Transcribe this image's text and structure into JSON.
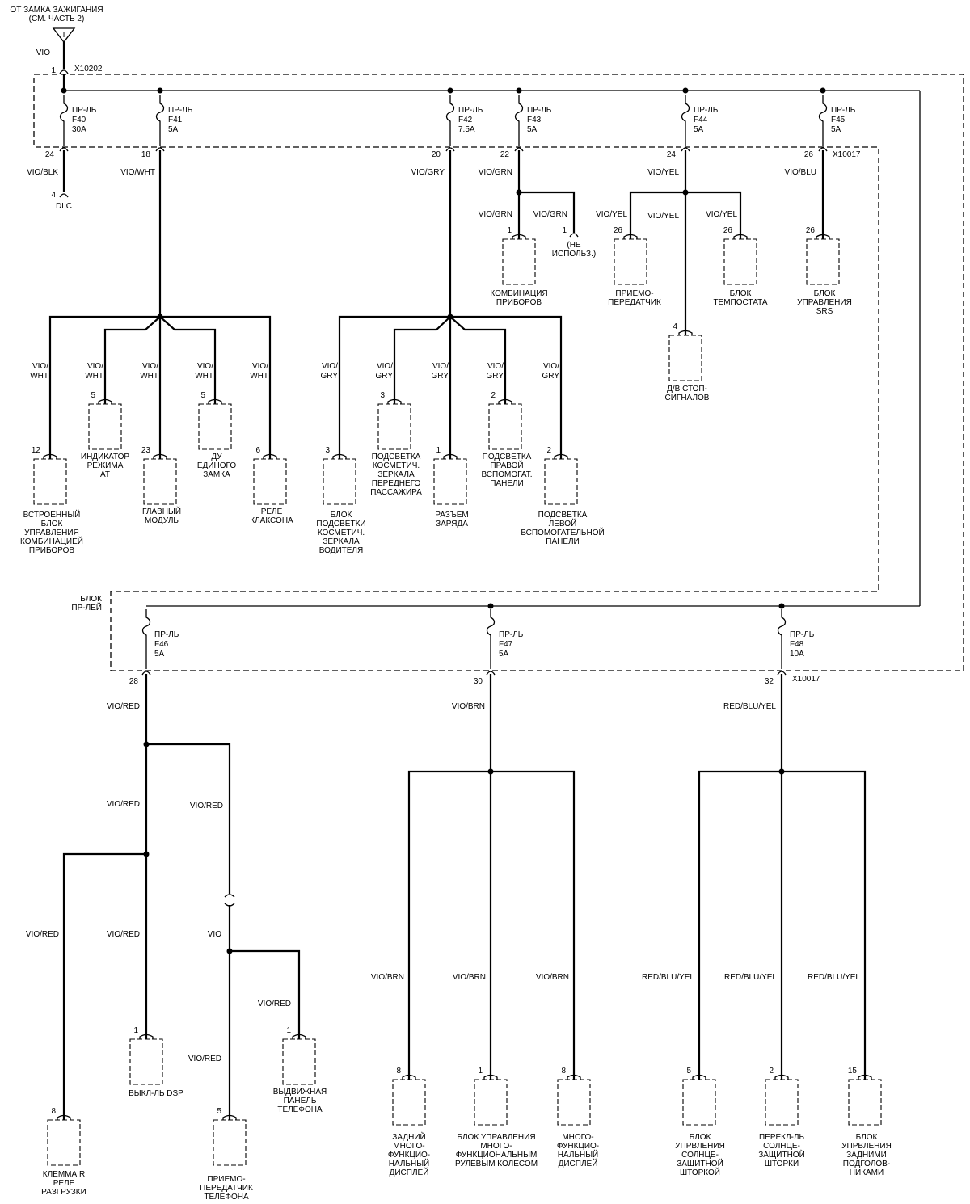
{
  "header": {
    "source_line1": "ОТ ЗАМКА ЗАЖИГАНИЯ",
    "source_line2": "(СМ. ЧАСТЬ 2)",
    "terminal_symbol": "I",
    "source_wire": "VIO",
    "source_pin": "1",
    "source_connector": "X10202"
  },
  "relay_block": {
    "label_line1": "БЛОК",
    "label_line2": "ПР-ЛЕЙ",
    "connector_top": "X10017",
    "connector_bottom": "X10017"
  },
  "fuses": [
    {
      "l1": "ПР-ЛЬ",
      "l2": "F40",
      "l3": "30A",
      "pin": "24",
      "wire": "VIO/BLK"
    },
    {
      "l1": "ПР-ЛЬ",
      "l2": "F41",
      "l3": "5A",
      "pin": "18",
      "wire": "VIO/WHT"
    },
    {
      "l1": "ПР-ЛЬ",
      "l2": "F42",
      "l3": "7.5A",
      "pin": "20",
      "wire": "VIO/GRY"
    },
    {
      "l1": "ПР-ЛЬ",
      "l2": "F43",
      "l3": "5A",
      "pin": "22",
      "wire": "VIO/GRN"
    },
    {
      "l1": "ПР-ЛЬ",
      "l2": "F44",
      "l3": "5A",
      "pin": "24",
      "wire": "VIO/YEL"
    },
    {
      "l1": "ПР-ЛЬ",
      "l2": "F45",
      "l3": "5A",
      "pin": "26",
      "wire": "VIO/BLU"
    },
    {
      "l1": "ПР-ЛЬ",
      "l2": "F46",
      "l3": "5A",
      "pin": "28",
      "wire": "VIO/RED"
    },
    {
      "l1": "ПР-ЛЬ",
      "l2": "F47",
      "l3": "5A",
      "pin": "30",
      "wire": "VIO/BRN"
    },
    {
      "l1": "ПР-ЛЬ",
      "l2": "F48",
      "l3": "10A",
      "pin": "32",
      "wire": "RED/BLU/YEL"
    }
  ],
  "dlc": {
    "pin": "4",
    "label": "DLC"
  },
  "wht_wire": [
    "VIO/",
    "WHT"
  ],
  "gry_wire": [
    "VIO/",
    "GRY"
  ],
  "f41_loads": [
    {
      "pin": "12",
      "lines": [
        "ВСТРОЕННЫЙ",
        "БЛОК",
        "УПРАВЛЕНИЯ",
        "КОМБИНАЦИЕЙ",
        "ПРИБОРОВ"
      ]
    },
    {
      "pin": "5",
      "lines": [
        "ИНДИКАТОР",
        "РЕЖИМА",
        "AT"
      ]
    },
    {
      "pin": "23",
      "lines": [
        "ГЛАВНЫЙ",
        "МОДУЛЬ"
      ]
    },
    {
      "pin": "5",
      "lines": [
        "ДУ",
        "ЕДИНОГО",
        "ЗАМКА"
      ]
    },
    {
      "pin": "6",
      "lines": [
        "РЕЛЕ",
        "КЛАКСОНА"
      ]
    }
  ],
  "f42_loads": [
    {
      "pin": "3",
      "lines": [
        "БЛОК",
        "ПОДСВЕТКИ",
        "КОСМЕТИЧ.",
        "ЗЕРКАЛА",
        "ВОДИТЕЛЯ"
      ]
    },
    {
      "pin": "3",
      "lines": [
        "ПОДСВЕТКА",
        "КОСМЕТИЧ.",
        "ЗЕРКАЛА",
        "ПЕРЕДНЕГО",
        "ПАССАЖИРА"
      ]
    },
    {
      "pin": "1",
      "lines": [
        "РАЗЪЕМ",
        "ЗАРЯДА"
      ]
    },
    {
      "pin": "2",
      "lines": [
        "ПОДСВЕТКА",
        "ПРАВОЙ",
        "ВСПОМОГАТ.",
        "ПАНЕЛИ"
      ]
    },
    {
      "pin": "2",
      "lines": [
        "ПОДСВЕТКА",
        "ЛЕВОЙ",
        "ВСПОМОГАТЕЛЬНОЙ",
        "ПАНЕЛИ"
      ]
    }
  ],
  "f43_loads": [
    {
      "pin": "1",
      "wire": "VIO/GRN",
      "lines": [
        "КОМБИНАЦИЯ",
        "ПРИБОРОВ"
      ]
    },
    {
      "pin": "1",
      "wire": "VIO/GRN",
      "lines": [
        "(НЕ",
        "ИСПОЛЬЗ.)"
      ]
    }
  ],
  "f44_loads": [
    {
      "pin": "26",
      "wire": "VIO/YEL",
      "lines": [
        "ПРИЕМО-",
        "ПЕРЕДАТЧИК"
      ]
    },
    {
      "pin": "4",
      "wire": "VIO/YEL",
      "lines": [
        "Д/В СТОП-",
        "СИГНАЛОВ"
      ]
    },
    {
      "pin": "26",
      "wire": "VIO/YEL",
      "lines": [
        "БЛОК",
        "ТЕМПОСТАТА"
      ]
    }
  ],
  "f45_load": {
    "pin": "26",
    "lines": [
      "БЛОК",
      "УПРАВЛЕНИЯ",
      "SRS"
    ]
  },
  "f46_branch": {
    "wire_main": "VIO/RED",
    "wire_a": "VIO/RED",
    "wire_b": "VIO/RED",
    "wire_c": "VIO/RED",
    "wire_d": "VIO/RED",
    "wire_vio": "VIO",
    "wire_e": "VIO/RED",
    "wire_f": "VIO/RED",
    "loads": [
      {
        "pin": "8",
        "lines": [
          "КЛЕММА R",
          "РЕЛЕ",
          "РАЗГРУЗКИ"
        ]
      },
      {
        "pin": "1",
        "lines": [
          "ВЫКЛ-ЛЬ DSP"
        ]
      },
      {
        "pin": "5",
        "lines": [
          "ПРИЕМО-",
          "ПЕРЕДАТЧИК",
          "ТЕЛЕФОНА"
        ]
      },
      {
        "pin": "1",
        "lines": [
          "ВЫДВИЖНАЯ",
          "ПАНЕЛЬ",
          "ТЕЛЕФОНА"
        ]
      }
    ]
  },
  "f47_loads": [
    {
      "pin": "8",
      "wire": "VIO/BRN",
      "lines": [
        "ЗАДНИЙ",
        "МНОГО-",
        "ФУНКЦИО-",
        "НАЛЬНЫЙ",
        "ДИСПЛЕЙ"
      ]
    },
    {
      "pin": "1",
      "wire": "VIO/BRN",
      "lines": [
        "БЛОК УПРАВЛЕНИЯ",
        "МНОГО-",
        "ФУНКЦИОНАЛЬНЫМ",
        "РУЛЕВЫМ КОЛЕСОМ"
      ]
    },
    {
      "pin": "8",
      "wire": "VIO/BRN",
      "lines": [
        "МНОГО-",
        "ФУНКЦИО-",
        "НАЛЬНЫЙ",
        "ДИСПЛЕЙ"
      ]
    }
  ],
  "f48_loads": [
    {
      "pin": "5",
      "wire": "RED/BLU/YEL",
      "lines": [
        "БЛОК",
        "УПРВЛЕНИЯ",
        "СОЛНЦЕ-",
        "ЗАЩИТНОЙ",
        "ШТОРКОЙ"
      ]
    },
    {
      "pin": "2",
      "wire": "RED/BLU/YEL",
      "lines": [
        "ПЕРЕКЛ-ЛЬ",
        "СОЛНЦЕ-",
        "ЗАЩИТНОЙ",
        "ШТОРКИ"
      ]
    },
    {
      "pin": "15",
      "wire": "RED/BLU/YEL",
      "lines": [
        "БЛОК",
        "УПРВЛЕНИЯ",
        "ЗАДНИМИ",
        "ПОДГОЛОВ-",
        "НИКАМИ"
      ]
    }
  ]
}
